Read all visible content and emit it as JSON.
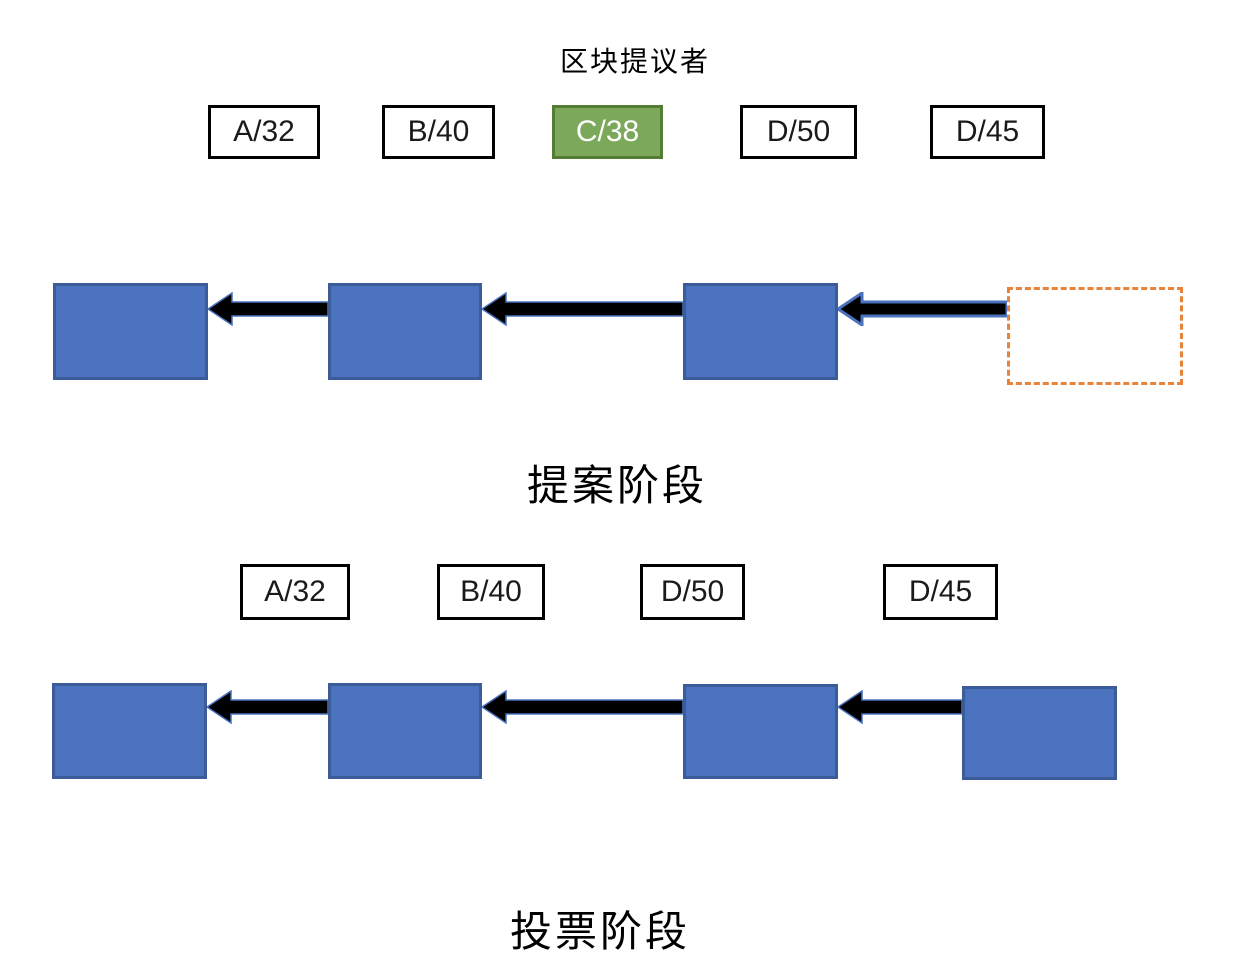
{
  "colors": {
    "block_fill": "#4A72BE",
    "block_border": "#3C5C99",
    "green_fill": "#7CA85A",
    "green_border": "#527D33",
    "dashed_border": "#E8833A",
    "arrow_fill": "#000000",
    "arrow_stroke": "#4A72BE",
    "label_border": "#000000"
  },
  "header": {
    "title": "区块提议者"
  },
  "proposal_section": {
    "section_label": "提案阶段",
    "proposers": [
      {
        "label": "A/32",
        "highlighted": false
      },
      {
        "label": "B/40",
        "highlighted": false
      },
      {
        "label": "C/38",
        "highlighted": true
      },
      {
        "label": "D/50",
        "highlighted": false
      },
      {
        "label": "D/45",
        "highlighted": false
      }
    ],
    "chain": {
      "solid_blocks": 3,
      "pending_dashed_block": true
    }
  },
  "voting_section": {
    "section_label": "投票阶段",
    "proposers": [
      {
        "label": "A/32"
      },
      {
        "label": "B/40"
      },
      {
        "label": "D/50"
      },
      {
        "label": "D/45"
      }
    ],
    "chain": {
      "solid_blocks": 4,
      "pending_dashed_block": false
    }
  }
}
